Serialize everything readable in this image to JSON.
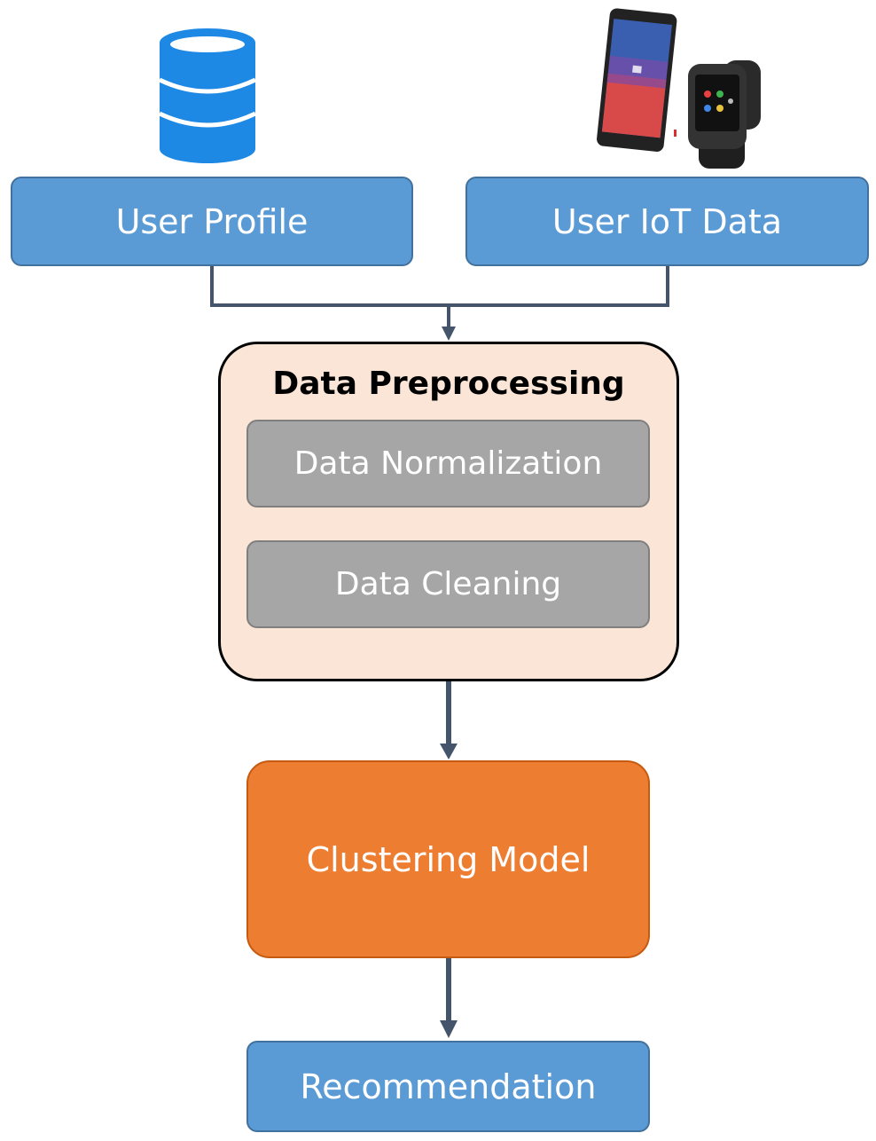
{
  "diagram": {
    "user_profile": "User Profile",
    "user_iot_data": "User IoT Data",
    "preprocessing": {
      "title": "Data Preprocessing",
      "steps": [
        "Data Normalization",
        "Data Cleaning"
      ]
    },
    "clustering_model": "Clustering Model",
    "recommendation": "Recommendation"
  },
  "icons": {
    "database": "database-icon",
    "devices": "phone-and-smartwatch-icon"
  },
  "colors": {
    "blue_box": "#5b9bd5",
    "preprocess_bg": "#fbe5d6",
    "step_box": "#a6a6a6",
    "model_box": "#ed7d31",
    "connector": "#44546a"
  }
}
